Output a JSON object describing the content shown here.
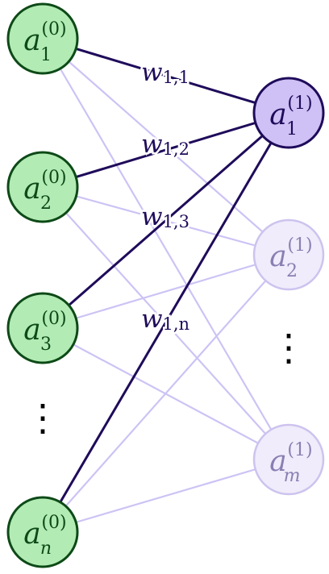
{
  "colors": {
    "input_fill": "#b3ebb5",
    "input_stroke": "#0d4a17",
    "input_text": "#0d4a17",
    "active_fill": "#cfc0f5",
    "active_stroke": "#1f0b5a",
    "active_text": "#1f0b5a",
    "faded_fill": "#f0ecfb",
    "faded_stroke": "#cdc3ee",
    "faded_text": "#8a7fb2",
    "strong_edge": "#1f0b5a",
    "faded_edge": "#cdc3f5",
    "weight_text": "#1f0b5a"
  },
  "input_layer": [
    {
      "base": "a",
      "sup": "(0)",
      "sub": "1"
    },
    {
      "base": "a",
      "sup": "(0)",
      "sub": "2"
    },
    {
      "base": "a",
      "sup": "(0)",
      "sub": "3"
    },
    {
      "base": "a",
      "sup": "(0)",
      "sub": "n"
    }
  ],
  "input_ellipsis": "⋮",
  "output_layer": [
    {
      "base": "a",
      "sup": "(1)",
      "sub": "1",
      "state": "active"
    },
    {
      "base": "a",
      "sup": "(1)",
      "sub": "2",
      "state": "faded"
    },
    {
      "base": "a",
      "sup": "(1)",
      "sub": "m",
      "state": "faded"
    }
  ],
  "output_ellipsis": "⋮",
  "weights": [
    {
      "base": "w",
      "sub": "1,1"
    },
    {
      "base": "w",
      "sub": "1,2"
    },
    {
      "base": "w",
      "sub": "1,3"
    },
    {
      "base": "w",
      "sub": "1,n"
    }
  ]
}
